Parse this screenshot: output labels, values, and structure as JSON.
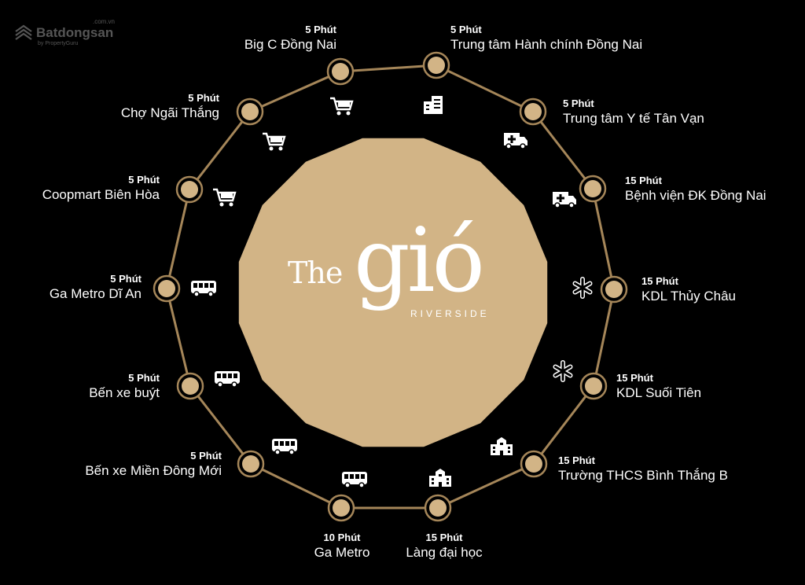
{
  "watermark": {
    "brand": "Batdongsan",
    "domain": ".com.vn",
    "by": "by PropertyGuru"
  },
  "logo": {
    "the": "The",
    "name": "gió",
    "sub": "RIVERSIDE"
  },
  "colors": {
    "gold": "#d2b486",
    "ring": "#a58659",
    "background": "#000000"
  },
  "locations": [
    {
      "time": "5 Phút",
      "name": "Big C Đồng Nai",
      "icon": "cart-icon"
    },
    {
      "time": "5 Phút",
      "name": "Trung tâm Hành chính Đồng Nai",
      "icon": "office-building-icon"
    },
    {
      "time": "5 Phút",
      "name": "Trung tâm Y tế Tân Vạn",
      "icon": "ambulance-icon"
    },
    {
      "time": "15 Phút",
      "name": "Bệnh viện ĐK Đồng Nai",
      "icon": "ambulance-icon"
    },
    {
      "time": "15 Phút",
      "name": "KDL Thủy Châu",
      "icon": "asterisk-icon"
    },
    {
      "time": "15 Phút",
      "name": "KDL Suối Tiên",
      "icon": "asterisk-icon"
    },
    {
      "time": "15 Phút",
      "name": "Trường THCS Bình Thắng B",
      "icon": "school-icon"
    },
    {
      "time": "15 Phút",
      "name": "Làng đại học",
      "icon": "school-icon"
    },
    {
      "time": "10 Phút",
      "name": "Ga Metro",
      "icon": "bus-icon"
    },
    {
      "time": "5 Phút",
      "name": "Bến xe Miền Đông Mới",
      "icon": "bus-icon"
    },
    {
      "time": "5 Phút",
      "name": "Bến xe buýt",
      "icon": "bus-icon"
    },
    {
      "time": "5 Phút",
      "name": "Ga Metro Dĩ An",
      "icon": "bus-icon"
    },
    {
      "time": "5 Phút",
      "name": "Coopmart Biên Hòa",
      "icon": "cart-icon"
    },
    {
      "time": "5 Phút",
      "name": "Chợ Ngãi Thắng",
      "icon": "cart-icon"
    }
  ]
}
